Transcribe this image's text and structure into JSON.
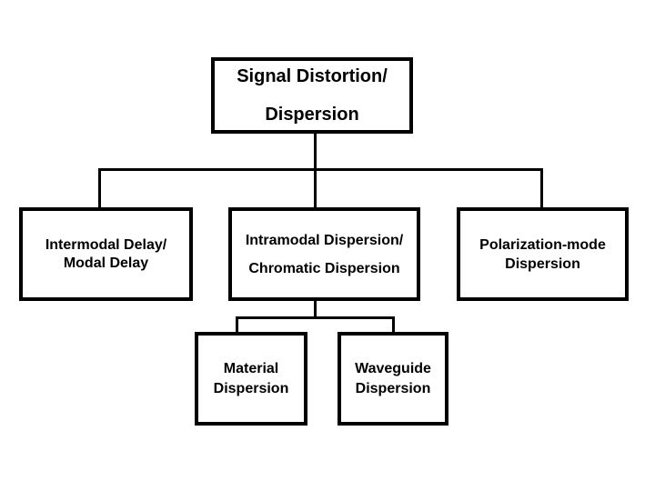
{
  "nodes": {
    "root": {
      "line1": "Signal Distortion/",
      "line2": "Dispersion"
    },
    "intermodal": {
      "line1": "Intermodal Delay/",
      "line2": "Modal Delay"
    },
    "intramodal": {
      "line1": "Intramodal Dispersion/",
      "line2": "Chromatic Dispersion"
    },
    "polarization": {
      "line1": "Polarization-mode",
      "line2": "Dispersion"
    },
    "material": {
      "line1": "Material",
      "line2": "Dispersion"
    },
    "waveguide": {
      "line1": "Waveguide",
      "line2": "Dispersion"
    }
  },
  "edges": [
    {
      "from": "root",
      "to": "intermodal"
    },
    {
      "from": "root",
      "to": "intramodal"
    },
    {
      "from": "root",
      "to": "polarization"
    },
    {
      "from": "intramodal",
      "to": "material"
    },
    {
      "from": "intramodal",
      "to": "waveguide"
    }
  ],
  "colors": {
    "background": "#ffffff",
    "box_border": "#000000",
    "text": "#000000",
    "connector": "#000000"
  }
}
